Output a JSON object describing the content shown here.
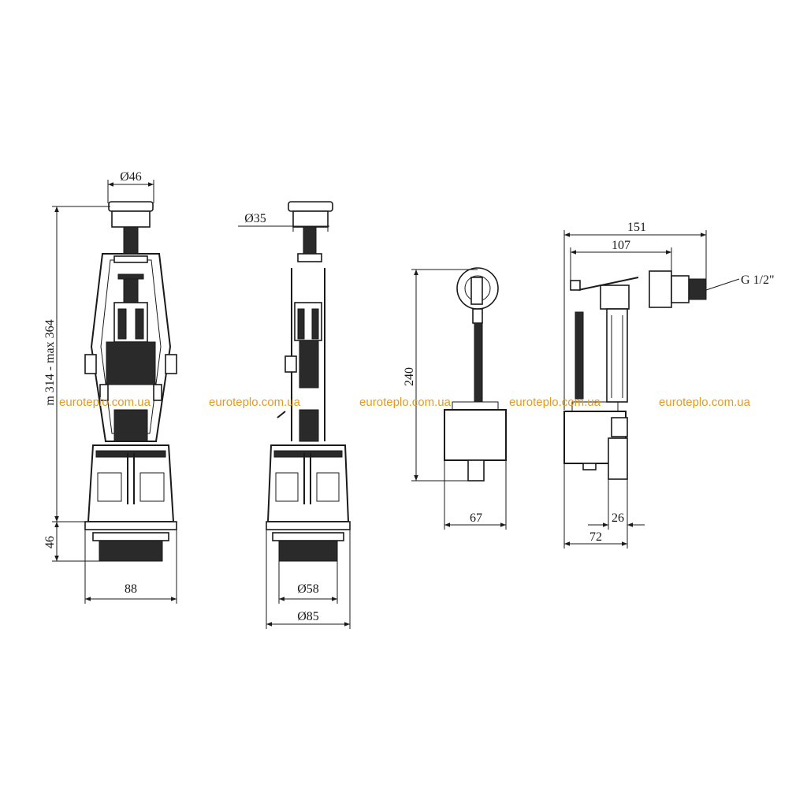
{
  "dimensions": {
    "button_diameter_left": "Ø46",
    "button_diameter_mid": "Ø35",
    "height_range": "m 314 - max 364",
    "base_height": "46",
    "base_width": "88",
    "thread_diameter": "Ø58",
    "flange_diameter": "Ø85",
    "float_height": "240",
    "float_width": "67",
    "total_length": "151",
    "arm_length": "107",
    "connection_thread": "G 1/2\"",
    "side_width": "72",
    "valve_width": "26"
  },
  "watermark": "euroteplo.com.ua",
  "colors": {
    "line": "#1a1a1a",
    "watermark": "#e69a1c"
  }
}
